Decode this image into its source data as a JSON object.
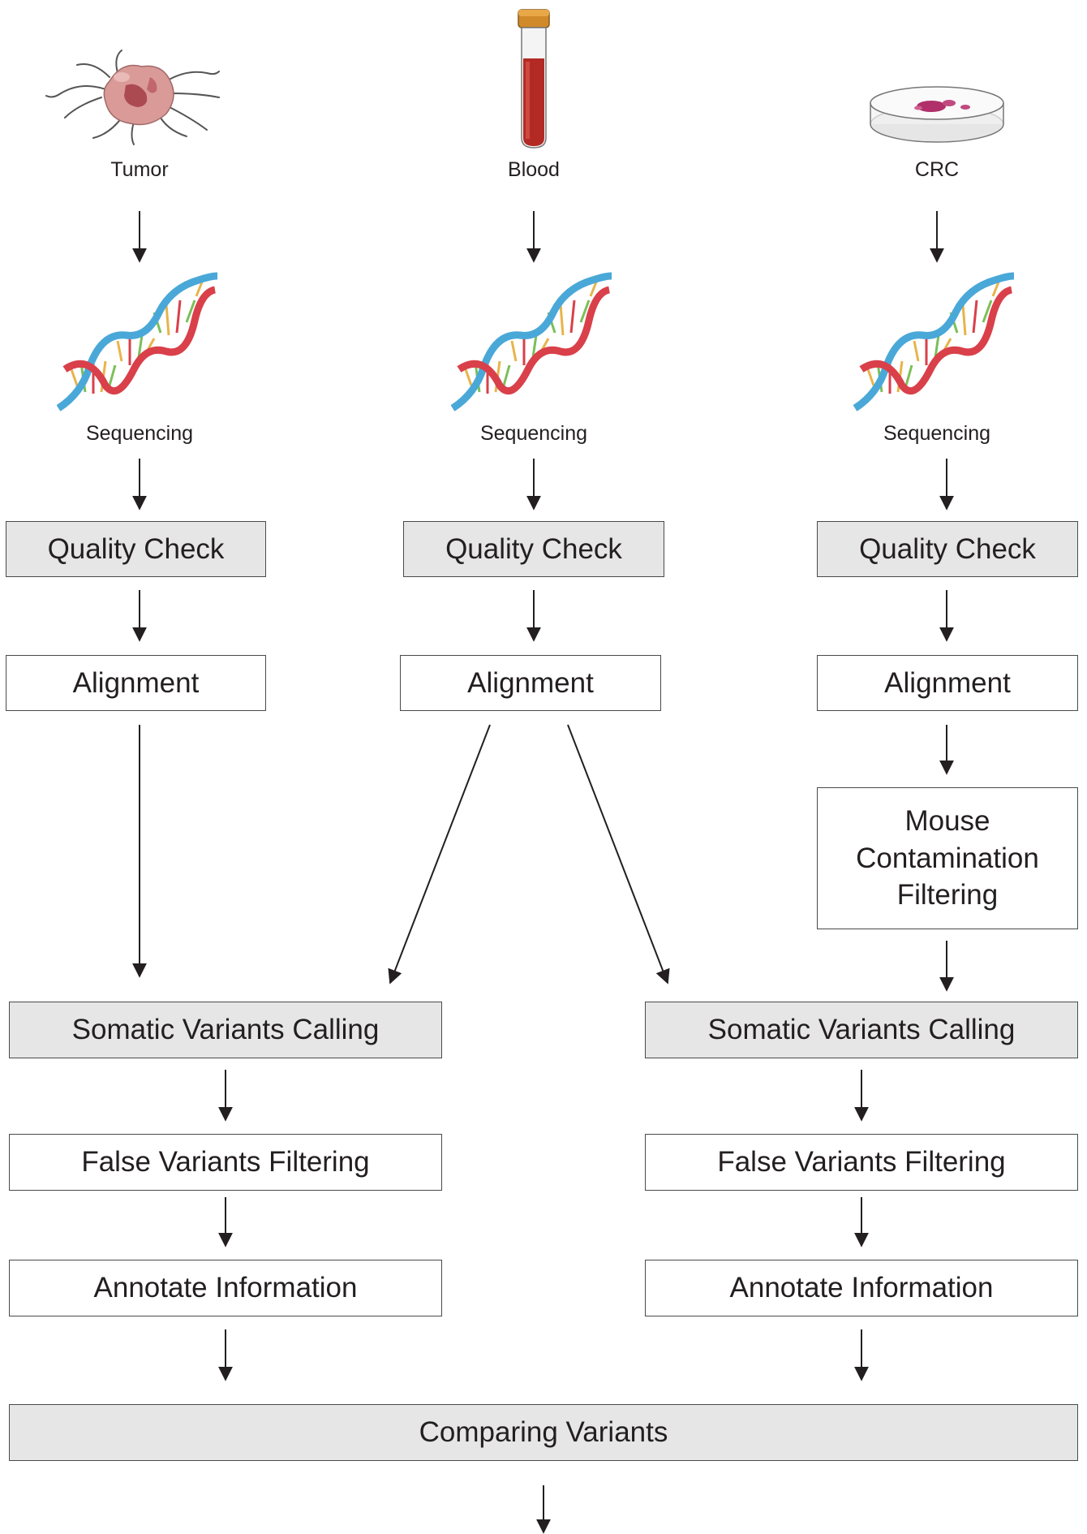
{
  "sources": {
    "tumor": "Tumor",
    "blood": "Blood",
    "crc": "CRC"
  },
  "sequencing": [
    "Sequencing",
    "Sequencing",
    "Sequencing"
  ],
  "quality_check": [
    "Quality Check",
    "Quality Check",
    "Quality Check"
  ],
  "alignment": [
    "Alignment",
    "Alignment",
    "Alignment"
  ],
  "mouse_filter": [
    "Mouse",
    "Contamination",
    "Filtering"
  ],
  "somatic_calling": [
    "Somatic Variants Calling",
    "Somatic Variants Calling"
  ],
  "false_filtering": [
    "False Variants Filtering",
    "False Variants Filtering"
  ],
  "annotate": [
    "Annotate Information",
    "Annotate Information"
  ],
  "comparing": "Comparing Variants",
  "colors": {
    "line": "#231f20",
    "box_border": "#4a4a4a",
    "box_gray": "#e6e6e6",
    "dna_blue": "#4aa8d8",
    "dna_red": "#d9404a",
    "blood_red": "#b32a24",
    "cap_orange": "#d08a2a"
  },
  "icons": [
    "tumor-illustration",
    "blood-tube-illustration",
    "petri-dish-illustration",
    "dna-helix-illustration"
  ]
}
